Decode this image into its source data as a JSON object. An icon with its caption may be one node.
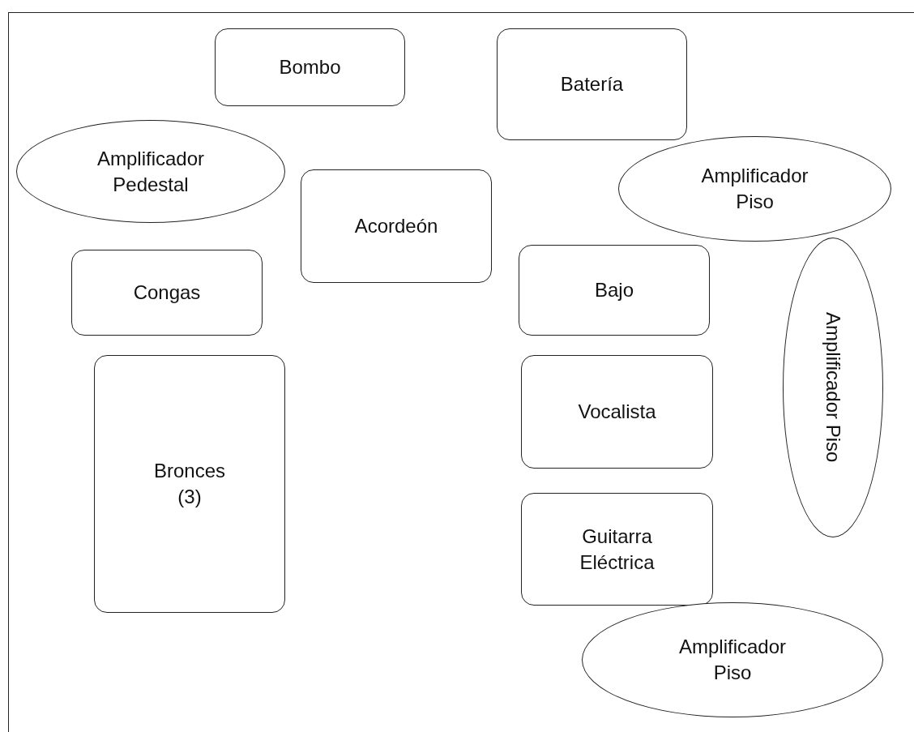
{
  "diagram": {
    "nodes": [
      {
        "text": [
          "Bombo"
        ]
      },
      {
        "text": [
          "Batería"
        ]
      },
      {
        "text": [
          "Amplificador Pedestal"
        ]
      },
      {
        "text": [
          "Amplificador Piso"
        ]
      },
      {
        "text": [
          "Acordeón"
        ]
      },
      {
        "text": [
          "Congas"
        ]
      },
      {
        "text": [
          "Bajo"
        ]
      },
      {
        "text": [
          "Amplificador Piso"
        ]
      },
      {
        "text": [
          "Vocalista"
        ]
      },
      {
        "text": [
          "Bronces (3)"
        ]
      },
      {
        "text": [
          "Guitarra Eléctrica"
        ]
      },
      {
        "text": [
          "Amplificador Piso"
        ]
      }
    ]
  }
}
